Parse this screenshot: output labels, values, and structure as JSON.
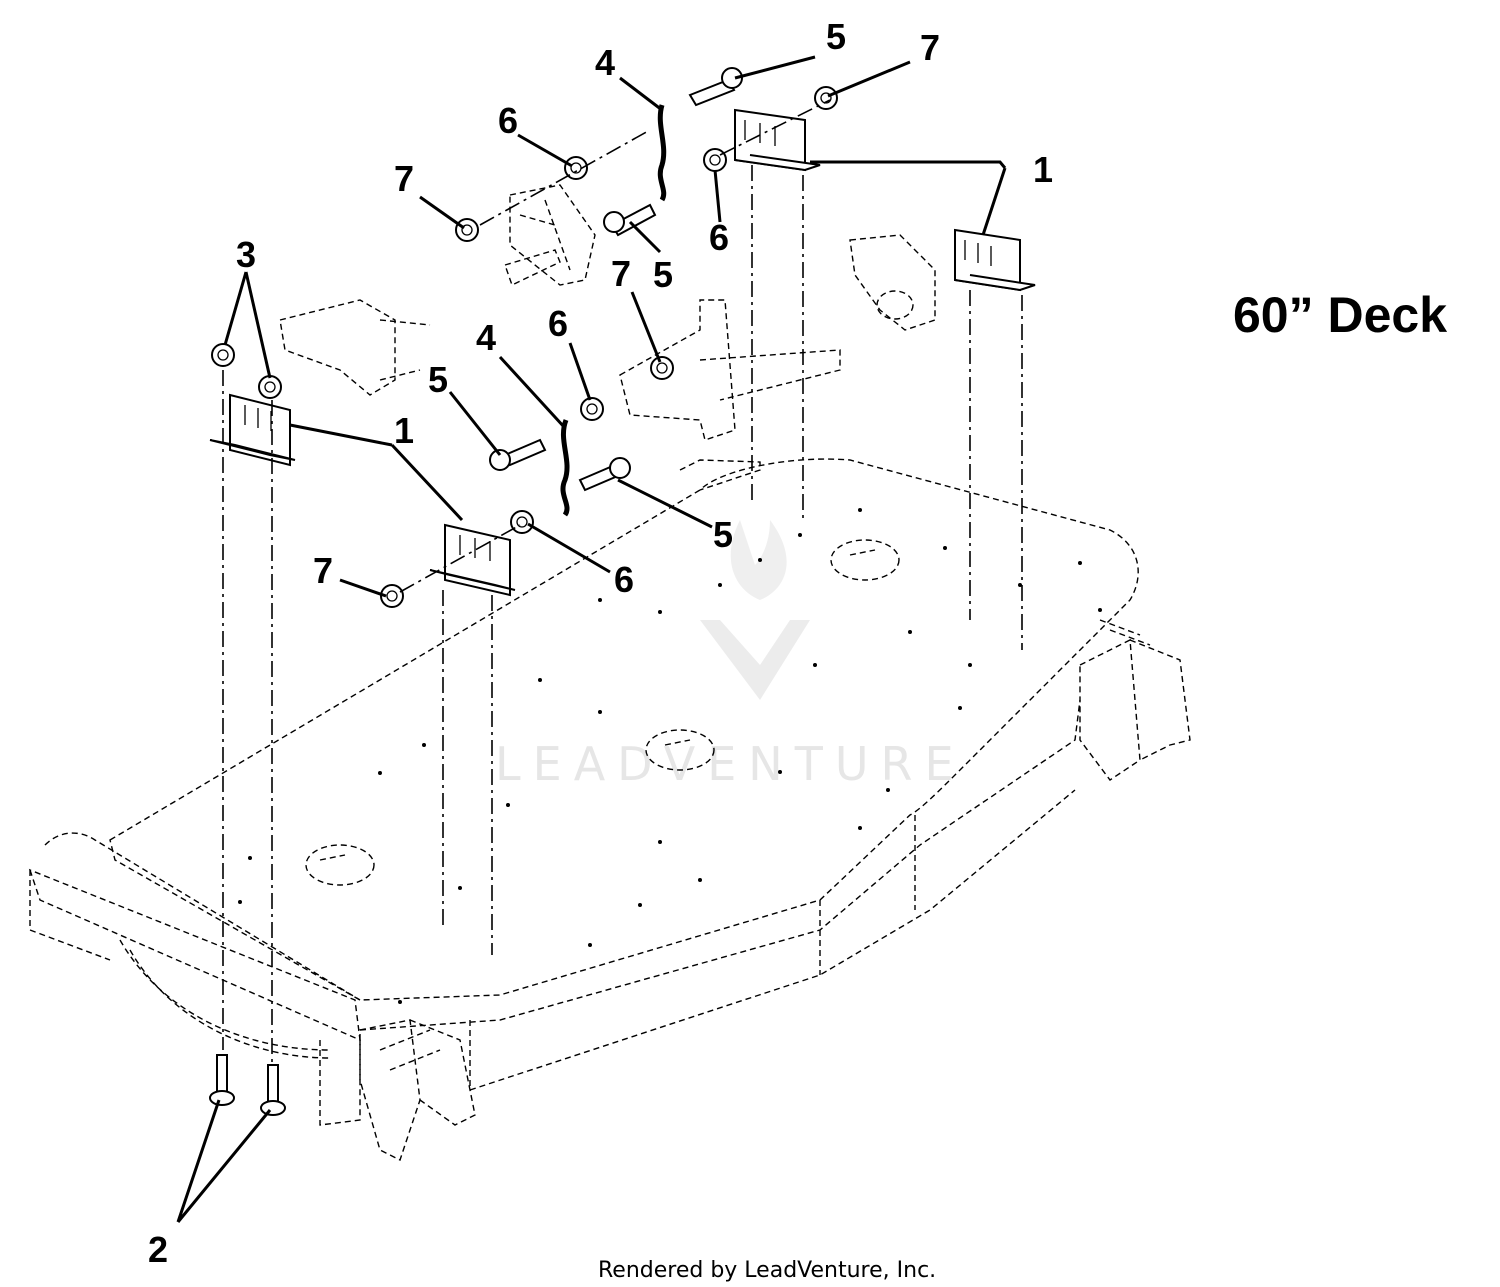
{
  "diagram": {
    "title": "60” Deck",
    "footer": "Rendered by LeadVenture, Inc.",
    "watermark": "LEADVENTURE",
    "callouts": [
      {
        "id": "c4a",
        "label": "4"
      },
      {
        "id": "c5a",
        "label": "5"
      },
      {
        "id": "c7a",
        "label": "7"
      },
      {
        "id": "c6a",
        "label": "6"
      },
      {
        "id": "c1a",
        "label": "1"
      },
      {
        "id": "c7b",
        "label": "7"
      },
      {
        "id": "c6b",
        "label": "6"
      },
      {
        "id": "c5b",
        "label": "5"
      },
      {
        "id": "c3",
        "label": "3"
      },
      {
        "id": "c7c",
        "label": "7"
      },
      {
        "id": "c6c",
        "label": "6"
      },
      {
        "id": "c4b",
        "label": "4"
      },
      {
        "id": "c5c",
        "label": "5"
      },
      {
        "id": "c1b",
        "label": "1"
      },
      {
        "id": "c5d",
        "label": "5"
      },
      {
        "id": "c7d",
        "label": "7"
      },
      {
        "id": "c6d",
        "label": "6"
      },
      {
        "id": "c2",
        "label": "2"
      }
    ]
  }
}
